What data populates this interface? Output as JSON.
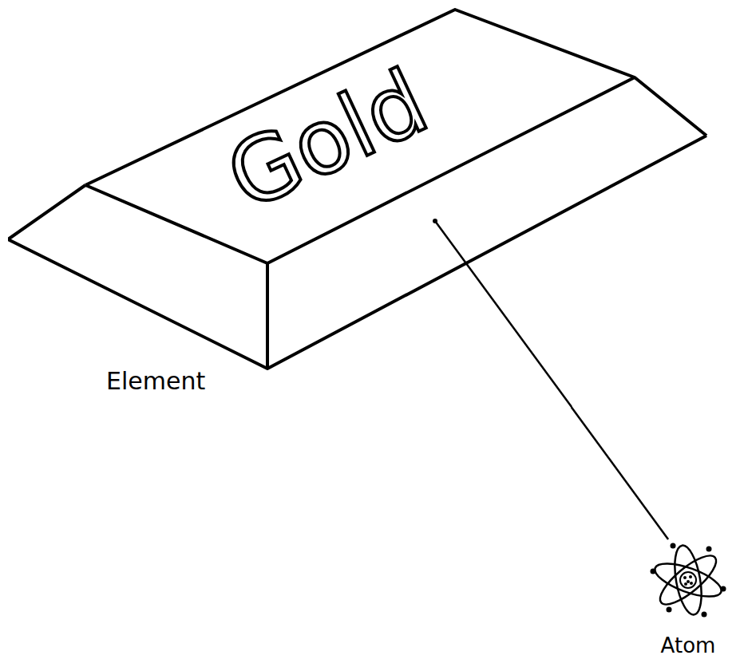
{
  "diagram": {
    "nodes": [
      {
        "text": [
          "Gold",
          "Element"
        ]
      },
      {
        "text": [
          "Atom"
        ]
      }
    ],
    "edges": [
      {
        "from": 0,
        "to": 1,
        "arrow": "none"
      }
    ]
  }
}
